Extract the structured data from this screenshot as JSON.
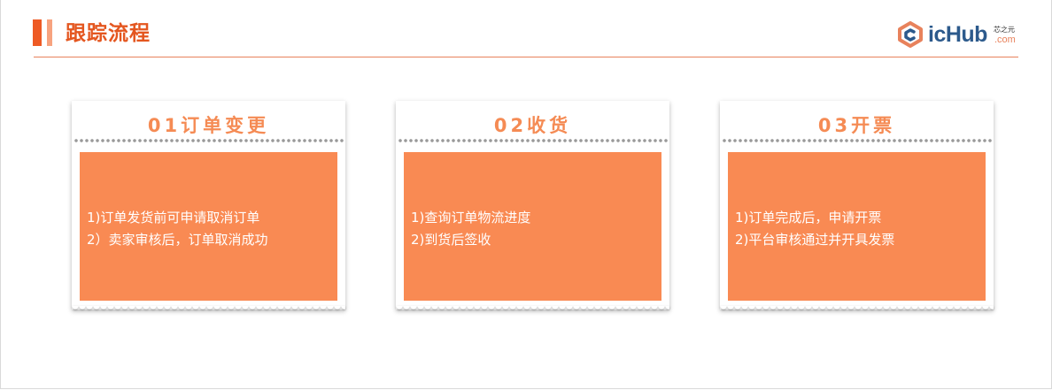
{
  "header": {
    "title": "跟踪流程"
  },
  "logo": {
    "brand": "icHub",
    "cn": "芯之元",
    "suffix": ".com"
  },
  "cards": [
    {
      "heading": "01订单变更",
      "lines": [
        "1)订单发货前可申请取消订单",
        "2）卖家审核后，订单取消成功"
      ]
    },
    {
      "heading": "02收货",
      "lines": [
        "1)查询订单物流进度",
        "2)到货后签收"
      ]
    },
    {
      "heading": "03开票",
      "lines": [
        "1)订单完成后，申请开票",
        "2)平台审核通过并开具发票"
      ]
    }
  ],
  "colors": {
    "accent": "#ee5a24",
    "accent_light": "#f7a37f",
    "card_fill": "#f98a53",
    "heading": "#f58b54",
    "logo_blue": "#2c5a8c"
  }
}
